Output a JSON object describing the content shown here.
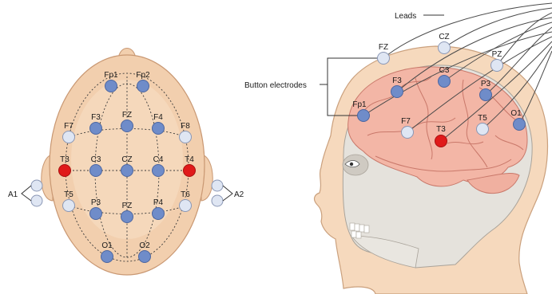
{
  "colors": {
    "skin": "#f2cfae",
    "skin_edge": "#c99873",
    "electrode_default": "#6f8cc9",
    "electrode_light": "#dfe6f3",
    "electrode_highlight": "#e01a1a",
    "brain": "#f3b6a6",
    "skull": "#e5e2dc"
  },
  "top_view": {
    "electrodes": [
      {
        "label": "Fp1",
        "style": "default"
      },
      {
        "label": "Fp2",
        "style": "default"
      },
      {
        "label": "F7",
        "style": "light"
      },
      {
        "label": "F3",
        "style": "default"
      },
      {
        "label": "FZ",
        "style": "default"
      },
      {
        "label": "F4",
        "style": "default"
      },
      {
        "label": "F8",
        "style": "light"
      },
      {
        "label": "T3",
        "style": "highlight"
      },
      {
        "label": "C3",
        "style": "default"
      },
      {
        "label": "CZ",
        "style": "default"
      },
      {
        "label": "C4",
        "style": "default"
      },
      {
        "label": "T4",
        "style": "highlight"
      },
      {
        "label": "T5",
        "style": "light"
      },
      {
        "label": "P3",
        "style": "default"
      },
      {
        "label": "PZ",
        "style": "default"
      },
      {
        "label": "P4",
        "style": "default"
      },
      {
        "label": "T6",
        "style": "light"
      },
      {
        "label": "O1",
        "style": "default"
      },
      {
        "label": "O2",
        "style": "default"
      }
    ],
    "ear_left": "A1",
    "ear_right": "A2"
  },
  "side_view": {
    "leads_label": "Leads",
    "button_label": "Button electrodes",
    "electrodes": [
      {
        "label": "FZ",
        "style": "light"
      },
      {
        "label": "CZ",
        "style": "light"
      },
      {
        "label": "PZ",
        "style": "light"
      },
      {
        "label": "F3",
        "style": "default"
      },
      {
        "label": "C3",
        "style": "default"
      },
      {
        "label": "P3",
        "style": "default"
      },
      {
        "label": "Fp1",
        "style": "default"
      },
      {
        "label": "F7",
        "style": "light"
      },
      {
        "label": "T3",
        "style": "highlight"
      },
      {
        "label": "T5",
        "style": "light"
      },
      {
        "label": "O1",
        "style": "default"
      }
    ]
  }
}
